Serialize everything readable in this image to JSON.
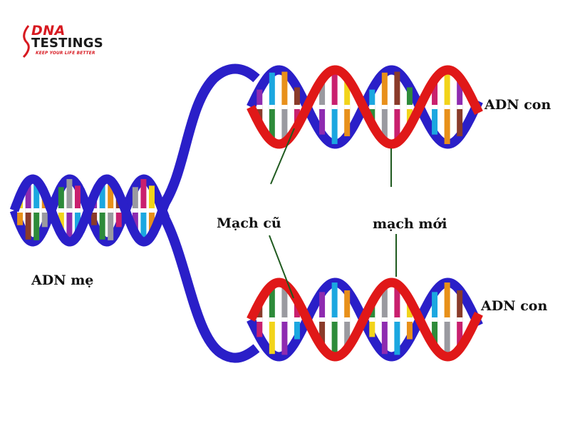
{
  "logo": {
    "brand_top": "DNA",
    "brand_bottom": "TESTINGS",
    "tagline": "KEEP YOUR LIFE BETTER"
  },
  "labels": {
    "parent": "ADN mẹ",
    "daughter_top": "ADN con",
    "daughter_bottom": "ADN con",
    "old_strand": "Mạch cũ",
    "new_strand": "mạch mới"
  },
  "colors": {
    "old_strand": "#2a1fc8",
    "new_strand": "#e01818",
    "leader_line": "#1f5a1f",
    "brand_red": "#d71920",
    "base_pairs": [
      "#f2d41a",
      "#8e2bb0",
      "#1ba7e0",
      "#e8901a",
      "#8a3b2a",
      "#2e8b3a",
      "#9a9aa0",
      "#c9206e"
    ]
  }
}
